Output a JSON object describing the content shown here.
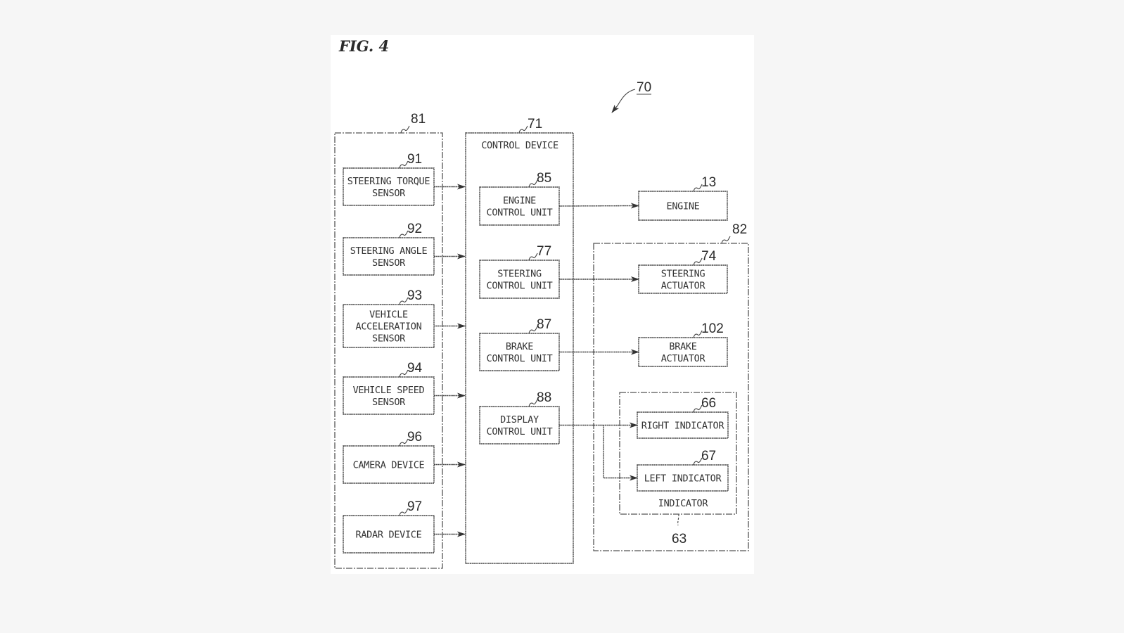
{
  "figure": {
    "title": "FIG. 4",
    "system_ref": "70"
  },
  "groups": {
    "sensors": {
      "ref": "81"
    },
    "control_device": {
      "ref": "71",
      "label": "CONTROL DEVICE"
    },
    "actuators": {
      "ref": "82"
    },
    "indicator": {
      "ref": "63",
      "label": "INDICATOR"
    }
  },
  "sensors": [
    {
      "ref": "91",
      "lines": [
        "STEERING TORQUE",
        "SENSOR"
      ]
    },
    {
      "ref": "92",
      "lines": [
        "STEERING ANGLE",
        "SENSOR"
      ]
    },
    {
      "ref": "93",
      "lines": [
        "VEHICLE",
        "ACCELERATION",
        "SENSOR"
      ]
    },
    {
      "ref": "94",
      "lines": [
        "VEHICLE SPEED",
        "SENSOR"
      ]
    },
    {
      "ref": "96",
      "lines": [
        "CAMERA DEVICE"
      ]
    },
    {
      "ref": "97",
      "lines": [
        "RADAR DEVICE"
      ]
    }
  ],
  "control_units": [
    {
      "ref": "85",
      "lines": [
        "ENGINE",
        "CONTROL UNIT"
      ]
    },
    {
      "ref": "77",
      "lines": [
        "STEERING",
        "CONTROL UNIT"
      ]
    },
    {
      "ref": "87",
      "lines": [
        "BRAKE",
        "CONTROL UNIT"
      ]
    },
    {
      "ref": "88",
      "lines": [
        "DISPLAY",
        "CONTROL UNIT"
      ]
    }
  ],
  "outputs": [
    {
      "ref": "13",
      "lines": [
        "ENGINE"
      ]
    },
    {
      "ref": "74",
      "lines": [
        "STEERING",
        "ACTUATOR"
      ]
    },
    {
      "ref": "102",
      "lines": [
        "BRAKE",
        "ACTUATOR"
      ]
    },
    {
      "ref": "66",
      "lines": [
        "RIGHT INDICATOR"
      ]
    },
    {
      "ref": "67",
      "lines": [
        "LEFT INDICATOR"
      ]
    }
  ],
  "connections": [
    {
      "from": "91",
      "to": "71"
    },
    {
      "from": "92",
      "to": "71"
    },
    {
      "from": "93",
      "to": "71"
    },
    {
      "from": "94",
      "to": "71"
    },
    {
      "from": "96",
      "to": "71"
    },
    {
      "from": "97",
      "to": "71"
    },
    {
      "from": "85",
      "to": "13"
    },
    {
      "from": "77",
      "to": "74"
    },
    {
      "from": "87",
      "to": "102"
    },
    {
      "from": "88",
      "to": "66"
    },
    {
      "from": "88",
      "to": "67"
    }
  ]
}
